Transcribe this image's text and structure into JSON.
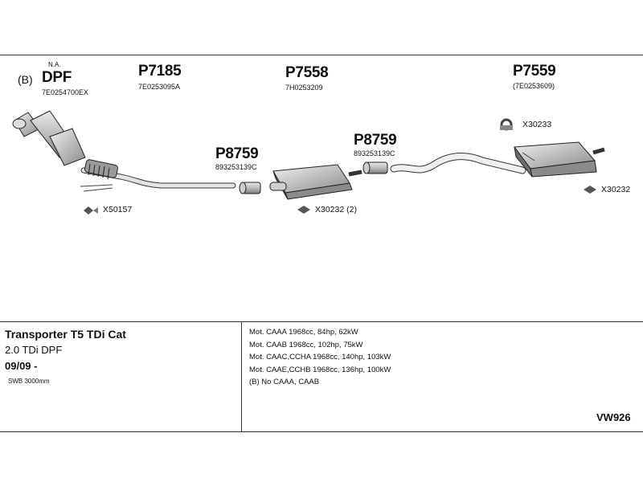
{
  "parts": {
    "dpf": {
      "variant": "(B)",
      "note": "N.A.",
      "label": "DPF",
      "code": "7E0254700EX"
    },
    "p7185": {
      "label": "P7185",
      "code": "7E0253095A"
    },
    "p7558": {
      "label": "P7558",
      "code": "7H0253209"
    },
    "p7559": {
      "label": "P7559",
      "code": "(7E0253609)"
    },
    "p8759_a": {
      "label": "P8759",
      "code": "893253139C"
    },
    "p8759_b": {
      "label": "P8759",
      "code": "893253139C"
    }
  },
  "hardware": {
    "x50157": "X50157",
    "x30232_2": "X30232 (2)",
    "x30233": "X30233",
    "x30232": "X30232"
  },
  "info": {
    "vehicle": "Transporter T5 TDi Cat",
    "engine": "2.0 TDi DPF",
    "date": "09/09 -",
    "wheelbase": "SWB 3000mm",
    "motors": [
      "Mot. CAAA 1968cc, 84hp, 62kW",
      "Mot. CAAB 1968cc, 102hp, 75kW",
      "Mot. CAAC,CCHA 1968cc, 140hp, 103kW",
      "Mot. CAAE,CCHB 1968cc, 136hp, 100kW",
      "(B) No CAAA, CAAB"
    ],
    "diagram_code": "VW926"
  }
}
